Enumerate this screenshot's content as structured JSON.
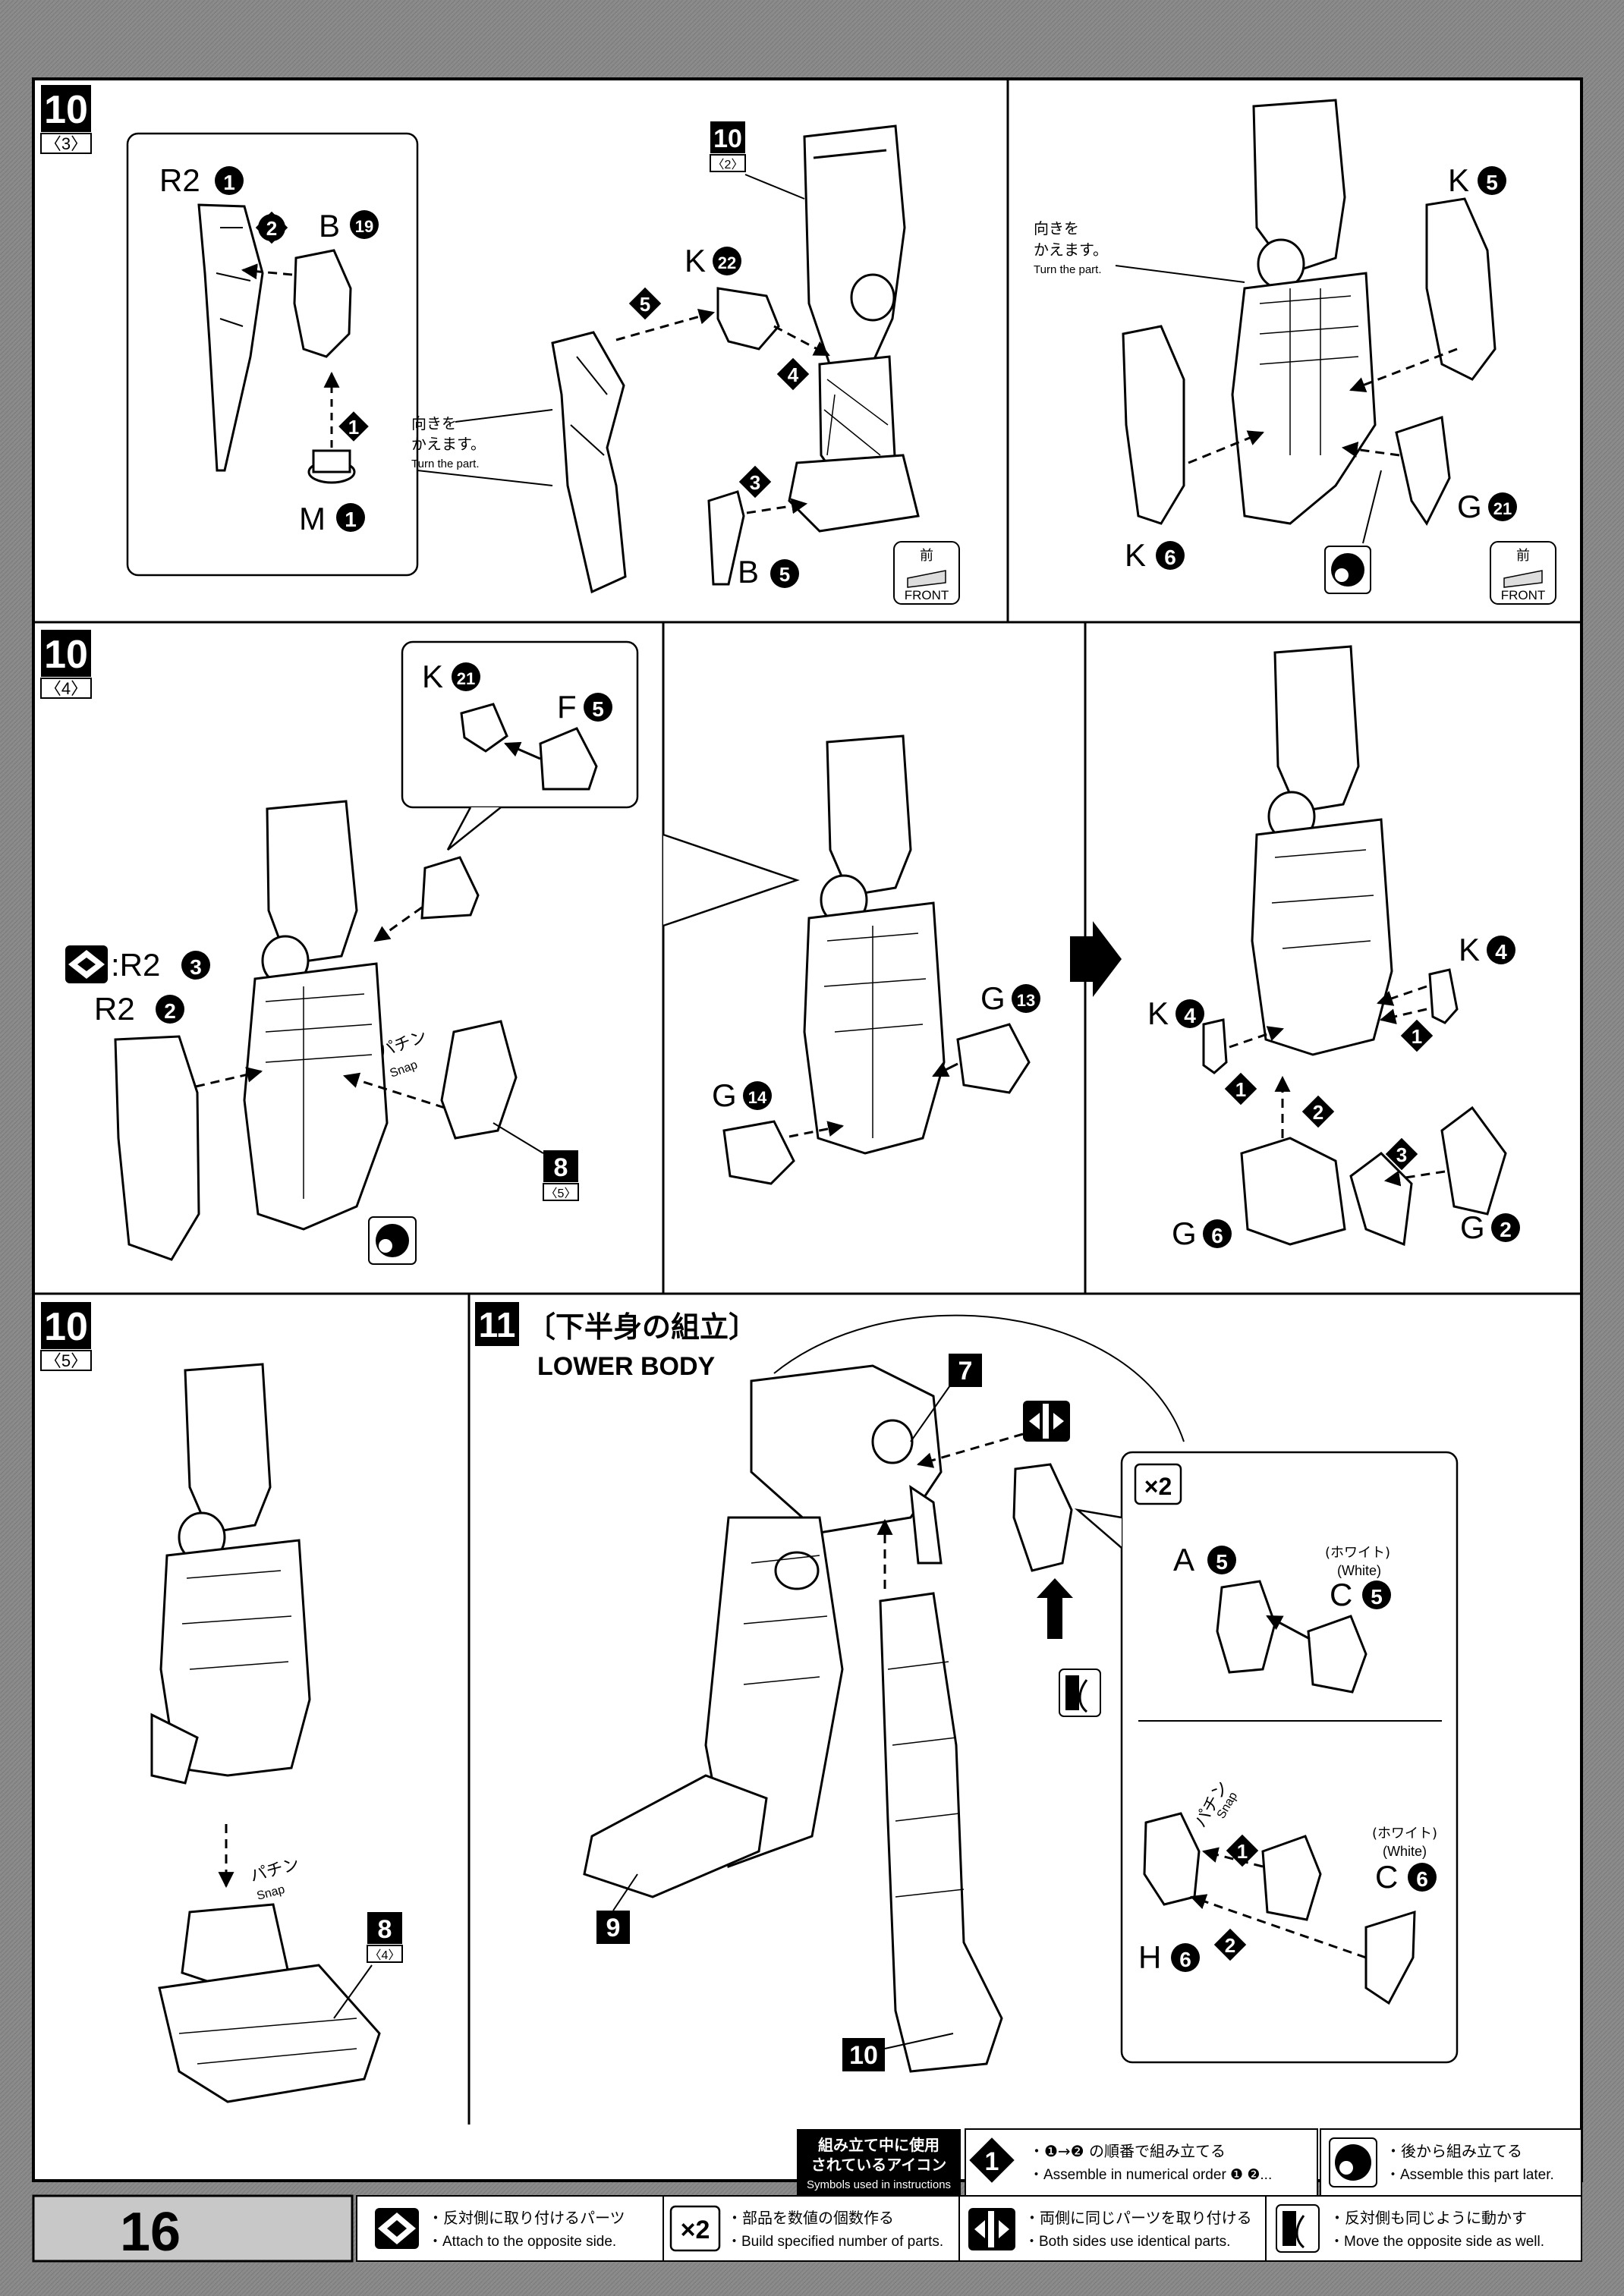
{
  "page": {
    "number": "16"
  },
  "panels": {
    "p1": {
      "step": "10",
      "sub": "〈3〉",
      "inset": {
        "r2": "R2",
        "r2n": "1",
        "b": "B",
        "bn": "19",
        "m": "M",
        "mn": "1",
        "o1": "1",
        "o2": "2",
        "turn_jp1": "向きを",
        "turn_jp2": "かえます。",
        "turn_en": "Turn the part."
      },
      "ref": {
        "step": "10",
        "sub": "〈2〉"
      },
      "k": "K",
      "kn": "22",
      "b2": "B",
      "b2n": "5",
      "o3": "3",
      "o4": "4",
      "o5": "5",
      "front_jp": "前",
      "front_en": "FRONT"
    },
    "p2": {
      "turn_jp1": "向きを",
      "turn_jp2": "かえます。",
      "turn_en": "Turn the part.",
      "k5": "K",
      "k5n": "5",
      "k6": "K",
      "k6n": "6",
      "g": "G",
      "gn": "21",
      "front_jp": "前",
      "front_en": "FRONT"
    },
    "p3": {
      "step": "10",
      "sub": "〈4〉",
      "k": "K",
      "kn": "21",
      "f": "F",
      "fn": "5",
      "opp": ":R2",
      "oppn": "3",
      "r2": "R2",
      "r2n": "2",
      "snap_jp": "パチン",
      "snap_en": "Snap",
      "ref": {
        "step": "8",
        "sub": "〈5〉"
      }
    },
    "p4": {
      "g13": "G",
      "g13n": "13",
      "g14": "G",
      "g14n": "14"
    },
    "p5": {
      "k4a": "K",
      "k4an": "4",
      "k4b": "K",
      "k4bn": "4",
      "g6": "G",
      "g6n": "6",
      "g2": "G",
      "g2n": "2",
      "o1": "1",
      "o1b": "1",
      "o2": "2",
      "o3": "3"
    },
    "p6": {
      "step": "10",
      "sub": "〈5〉",
      "snap_jp": "パチン",
      "snap_en": "Snap",
      "ref": {
        "step": "8",
        "sub": "〈4〉"
      }
    },
    "p7": {
      "step": "11",
      "title_jp": "〔下半身の組立〕",
      "title_en": "LOWER BODY",
      "ref7": "7",
      "ref9": "9",
      "ref10": "10",
      "inset": {
        "x2": "×2",
        "a": "A",
        "an": "5",
        "white_jp": "(ホワイト)",
        "white_en": "(White)",
        "c5": "C",
        "c5n": "5",
        "h": "H",
        "hn": "6",
        "c6": "C",
        "c6n": "6",
        "o1": "1",
        "o2": "2",
        "snap_jp": "パチン",
        "snap_en": "Snap"
      }
    }
  },
  "legend": {
    "head_jp1": "組み立て中に使用",
    "head_jp2": "されているアイコン",
    "head_en": "Symbols used in instructions",
    "items": [
      {
        "icon": "numbered-circle-icon",
        "jp": "・❶→❷ の順番で組み立てる",
        "en": "・Assemble in numerical order ❶ ❷..."
      },
      {
        "icon": "later-assembly-icon",
        "jp": "・後から組み立てる",
        "en": "・Assemble this part later."
      },
      {
        "icon": "opposite-side-icon",
        "jp": "・反対側に取り付けるパーツ",
        "en": "・Attach to the opposite side."
      },
      {
        "icon": "multiply-icon",
        "label": "×2",
        "jp": "・部品を数値の個数作る",
        "en": "・Build specified number of parts."
      },
      {
        "icon": "both-sides-icon",
        "jp": "・両側に同じパーツを取り付ける",
        "en": "・Both sides use identical parts."
      },
      {
        "icon": "move-opposite-icon",
        "jp": "・反対側も同じように動かす",
        "en": "・Move the opposite side as well."
      }
    ]
  },
  "colors": {
    "paper": "#ffffff",
    "ink": "#000000",
    "background": "#8e8e8e",
    "shadow": "#c8c8c8"
  }
}
